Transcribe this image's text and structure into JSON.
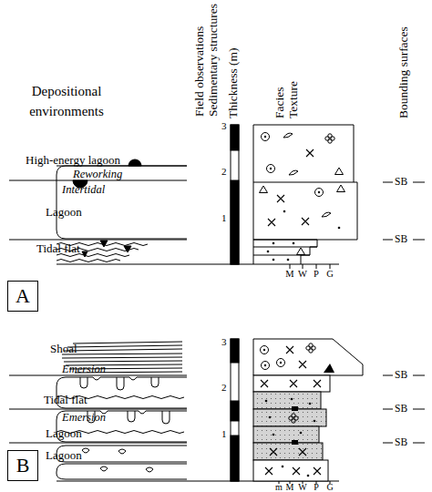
{
  "diagram": {
    "nodes": [
      {
        "text": [
          "A"
        ]
      },
      {
        "text": [
          "B"
        ]
      }
    ],
    "labels": [
      "Depositional environments",
      "Field observations Sedimentary structures",
      "Thickness (m)",
      "Facies Texture",
      "Bounding surfaces",
      "High-energy lagoon",
      "Reworking",
      "Intertidal",
      "Lagoon",
      "Tidal flat",
      "3",
      "2",
      "1",
      "SB",
      "SB",
      "M",
      "W",
      "P",
      "G",
      "Shoal",
      "Emersion",
      "Tidal flat",
      "Emersion",
      "Lagoon",
      "Lagoon",
      "3",
      "2",
      "1",
      "SB",
      "SB",
      "SB",
      "m",
      "M",
      "W",
      "P",
      "G"
    ]
  }
}
